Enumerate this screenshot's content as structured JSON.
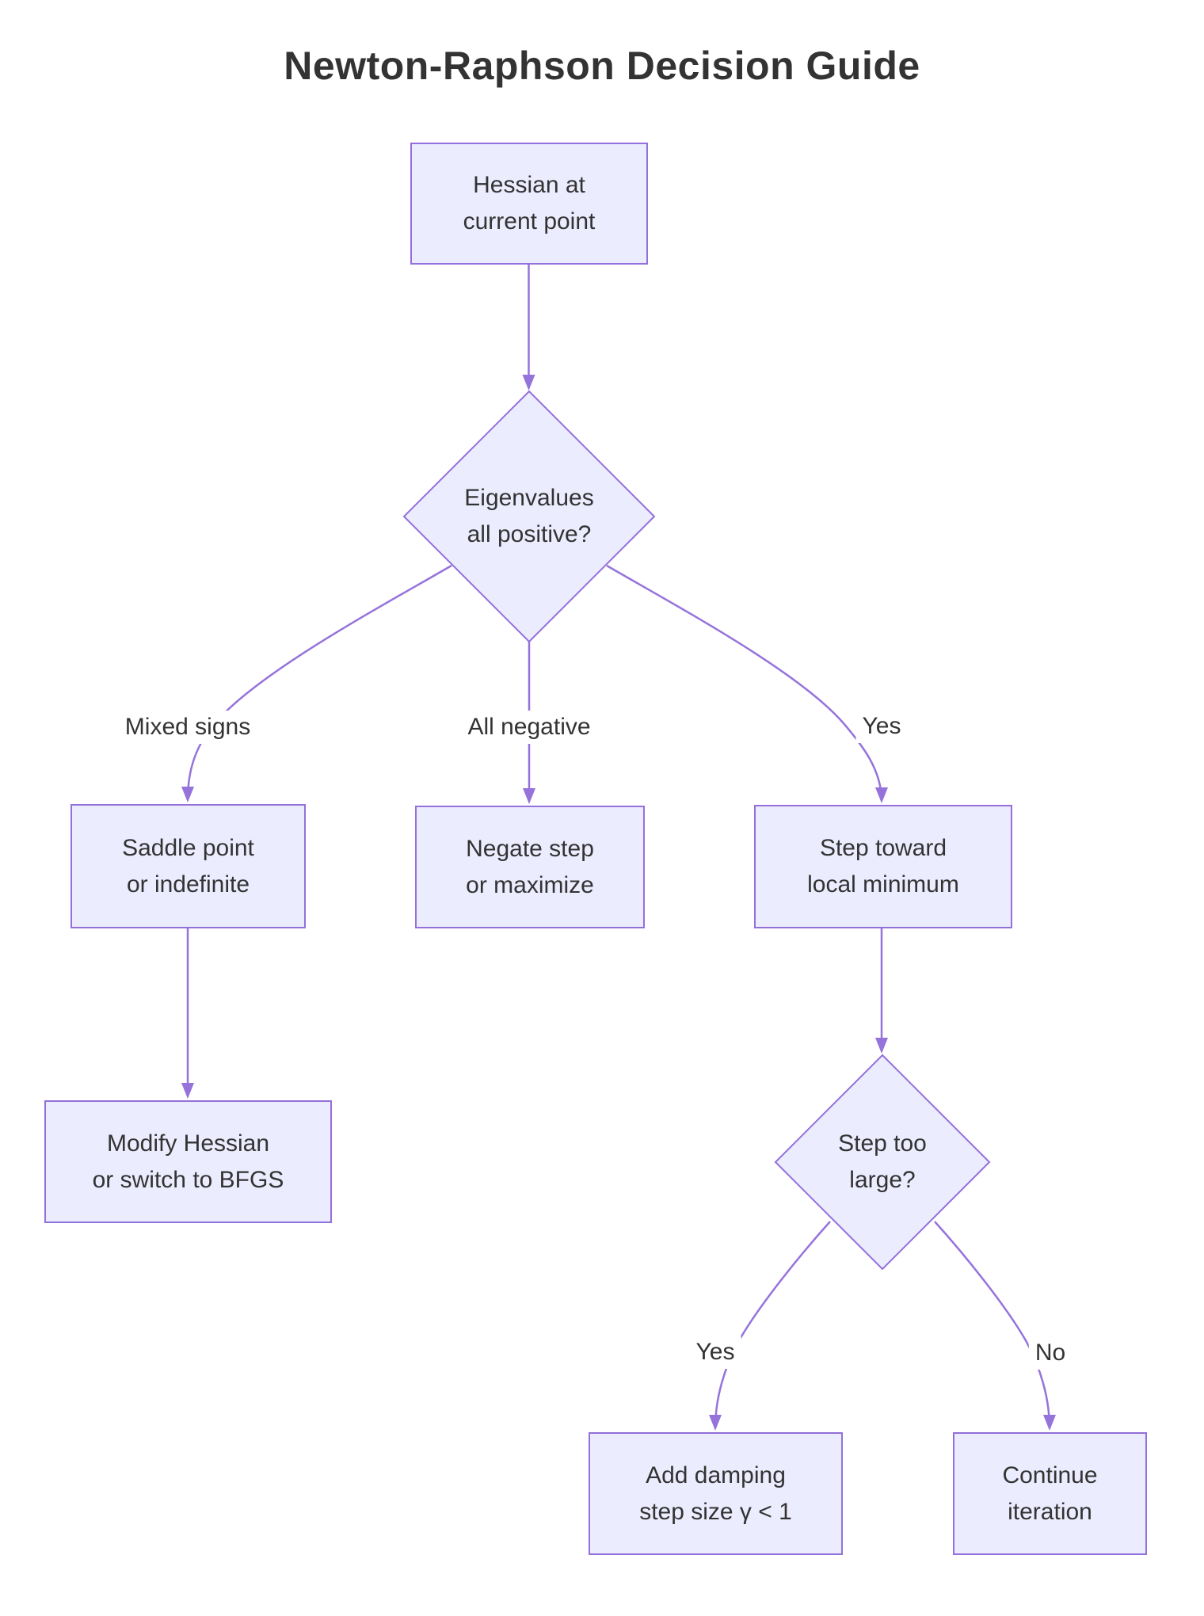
{
  "title": "Newton-Raphson Decision Guide",
  "colors": {
    "node_fill": "#ECECFF",
    "node_border": "#9370DB",
    "edge": "#9673DB",
    "text": "#333333",
    "label_bg": "#ffffff"
  },
  "nodes": {
    "hessian": {
      "line1": "Hessian at",
      "line2": "current point"
    },
    "eigenvalues": {
      "line1": "Eigenvalues",
      "line2": "all positive?"
    },
    "saddle": {
      "line1": "Saddle point",
      "line2": "or indefinite"
    },
    "negate": {
      "line1": "Negate step",
      "line2": "or maximize"
    },
    "step_toward": {
      "line1": "Step toward",
      "line2": "local minimum"
    },
    "modify": {
      "line1": "Modify Hessian",
      "line2": "or switch to BFGS"
    },
    "step_too_large": {
      "line1": "Step too",
      "line2": "large?"
    },
    "damping": {
      "line1": "Add damping",
      "line2": "step size γ < 1"
    },
    "continue": {
      "line1": "Continue",
      "line2": "iteration"
    }
  },
  "edge_labels": {
    "mixed_signs": "Mixed signs",
    "all_negative": "All negative",
    "yes_top": "Yes",
    "yes_bottom": "Yes",
    "no": "No"
  }
}
